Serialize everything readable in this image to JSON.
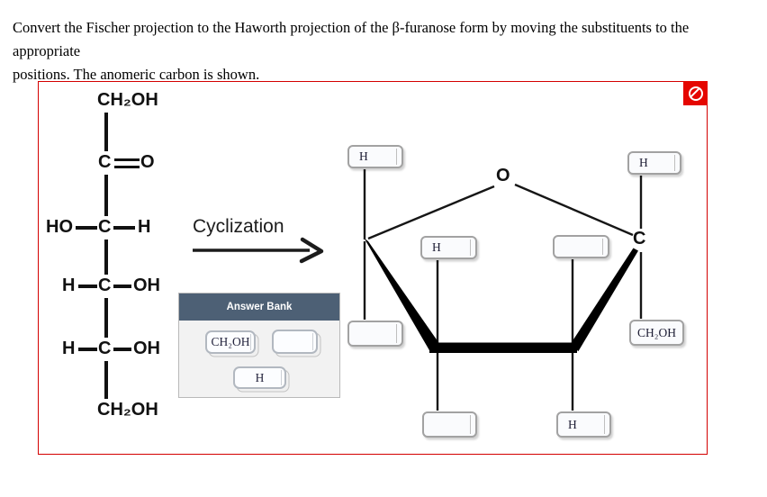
{
  "instructions": {
    "line1": "Convert the Fischer projection to the Haworth projection of the β-furanose form by moving the substituents to the appropriate",
    "line2": "positions. The anomeric carbon is shown."
  },
  "status": {
    "icon": "no-symbol-icon"
  },
  "colors": {
    "panel_border": "#d40000",
    "badge_bg": "#e50600",
    "bank_header_bg": "#4d6075",
    "bond_color": "#111111"
  },
  "fischer": {
    "c1": "CH₂OH",
    "c2": {
      "c": "C",
      "o": "O"
    },
    "c3": {
      "left": "HO",
      "center": "C",
      "right": "H"
    },
    "c4": {
      "left": "H",
      "center": "C",
      "right": "OH"
    },
    "c5": {
      "left": "H",
      "center": "C",
      "right": "OH"
    },
    "c6": "CH₂OH"
  },
  "arrow_label": "Cyclization",
  "answer_bank": {
    "title": "Answer Bank",
    "chips": [
      {
        "label": "CH₂OH"
      },
      {
        "label": ""
      },
      {
        "label": "H"
      }
    ]
  },
  "haworth": {
    "oxygen": "O",
    "anomeric_carbon": "C",
    "boxes": [
      {
        "position": "top-left",
        "label": "H"
      },
      {
        "position": "top-right",
        "label": "H"
      },
      {
        "position": "ring-left",
        "label": "H"
      },
      {
        "position": "ring-right",
        "label": ""
      },
      {
        "position": "mid-left",
        "label": ""
      },
      {
        "position": "mid-right",
        "label": "CH₂OH"
      },
      {
        "position": "bottom-left",
        "label": ""
      },
      {
        "position": "bottom-right",
        "label": "H"
      }
    ]
  }
}
